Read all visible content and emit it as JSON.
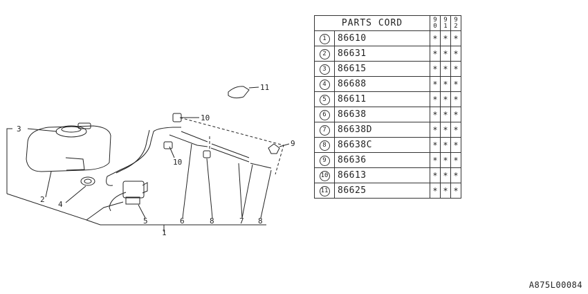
{
  "diagram": {
    "callouts": {
      "c1": "1",
      "c2": "2",
      "c3": "3",
      "c4": "4",
      "c5": "5",
      "c6": "6",
      "c7": "7",
      "c8a": "8",
      "c8b": "8",
      "c9": "9",
      "c10a": "10",
      "c10b": "10",
      "c11": "11"
    }
  },
  "table": {
    "title": "PARTS CORD",
    "years": [
      {
        "top": "9",
        "bottom": "0"
      },
      {
        "top": "9",
        "bottom": "1"
      },
      {
        "top": "9",
        "bottom": "2"
      }
    ],
    "rows": [
      {
        "num": "1",
        "code": "86610",
        "marks": [
          "*",
          "*",
          "*"
        ]
      },
      {
        "num": "2",
        "code": "86631",
        "marks": [
          "*",
          "*",
          "*"
        ]
      },
      {
        "num": "3",
        "code": "86615",
        "marks": [
          "*",
          "*",
          "*"
        ]
      },
      {
        "num": "4",
        "code": "86688",
        "marks": [
          "*",
          "*",
          "*"
        ]
      },
      {
        "num": "5",
        "code": "86611",
        "marks": [
          "*",
          "*",
          "*"
        ]
      },
      {
        "num": "6",
        "code": "86638",
        "marks": [
          "*",
          "*",
          "*"
        ]
      },
      {
        "num": "7",
        "code": "86638D",
        "marks": [
          "*",
          "*",
          "*"
        ]
      },
      {
        "num": "8",
        "code": "86638C",
        "marks": [
          "*",
          "*",
          "*"
        ]
      },
      {
        "num": "9",
        "code": "86636",
        "marks": [
          "*",
          "*",
          "*"
        ]
      },
      {
        "num": "10",
        "code": "86613",
        "marks": [
          "*",
          "*",
          "*"
        ]
      },
      {
        "num": "11",
        "code": "86625",
        "marks": [
          "*",
          "*",
          "*"
        ]
      }
    ]
  },
  "reference_code": "A875L00084"
}
